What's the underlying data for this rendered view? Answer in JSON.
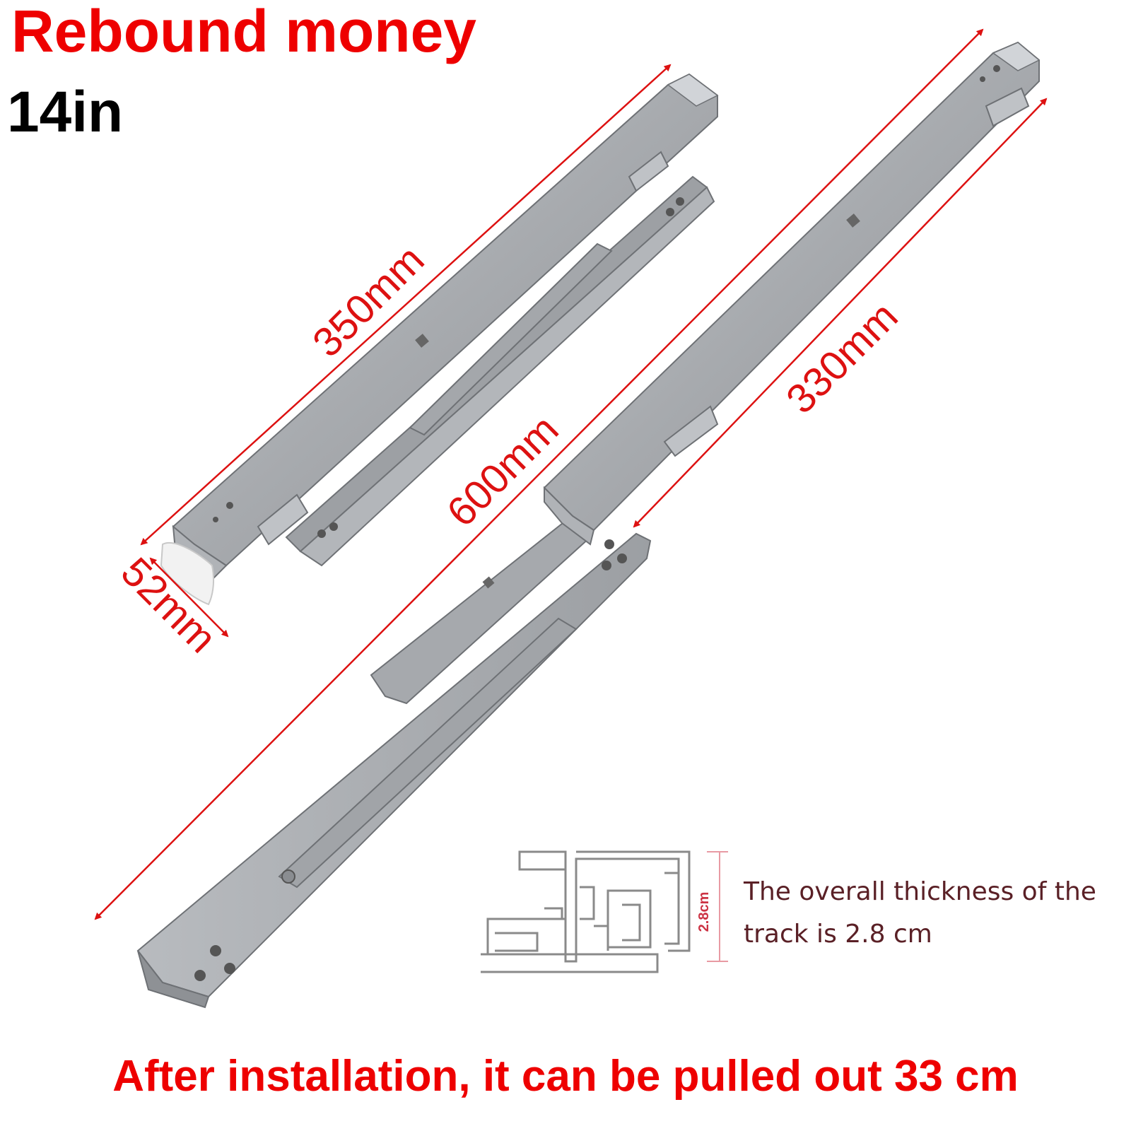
{
  "header": {
    "title": "Rebound money",
    "subtitle": "14in"
  },
  "dimensions": {
    "short_rail_length": "350mm",
    "rail_height": "52mm",
    "extended_length": "600mm",
    "extension_length": "330mm"
  },
  "cross_section": {
    "thickness_label": "2.8cm",
    "note": "The overall thickness of the track is 2.8 cm"
  },
  "footer": {
    "text": "After installation, it can be pulled out 33 cm"
  },
  "colors": {
    "accent_red": "#ee0000",
    "metal": "#a9acb0"
  }
}
